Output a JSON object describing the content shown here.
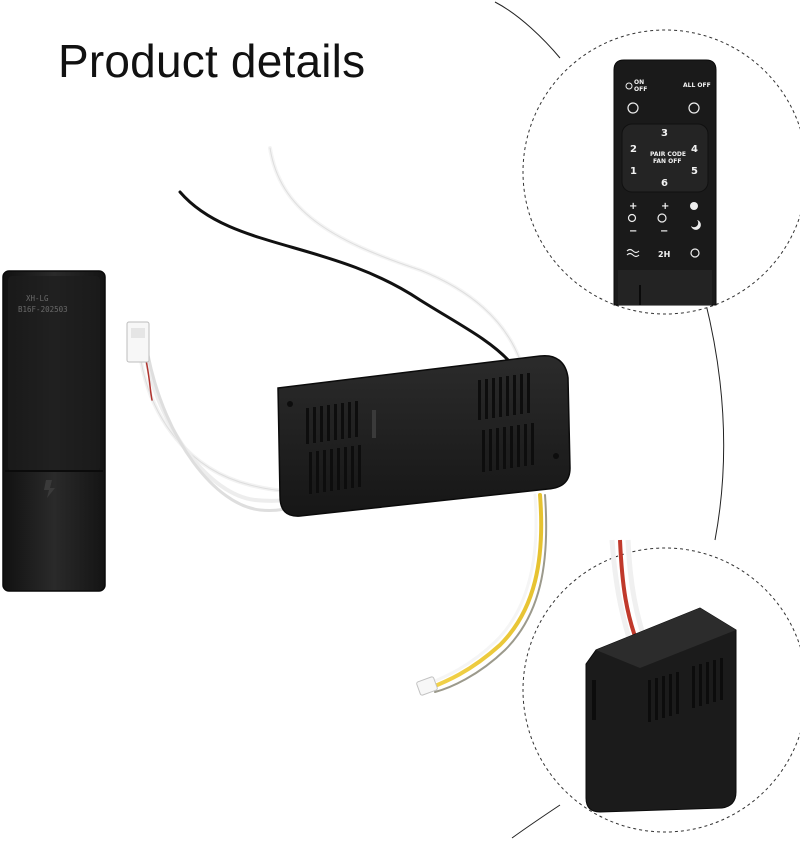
{
  "heading": "Product details",
  "handheld_remote": {
    "model_line1": "XH-LG",
    "model_line2": "B16F-202503"
  },
  "remote_closeup": {
    "buttons": {
      "on_label": "ON",
      "off_label": "OFF",
      "all_off": "ALL OFF",
      "pair_code": "PAIR CODE",
      "fan_off": "FAN OFF",
      "speed_1": "1",
      "speed_2": "2",
      "speed_3": "3",
      "speed_4": "4",
      "speed_5": "5",
      "speed_6": "6",
      "timer_2h": "2H",
      "plus_a": "+",
      "plus_b": "+",
      "minus_a": "−",
      "minus_b": "−"
    }
  }
}
